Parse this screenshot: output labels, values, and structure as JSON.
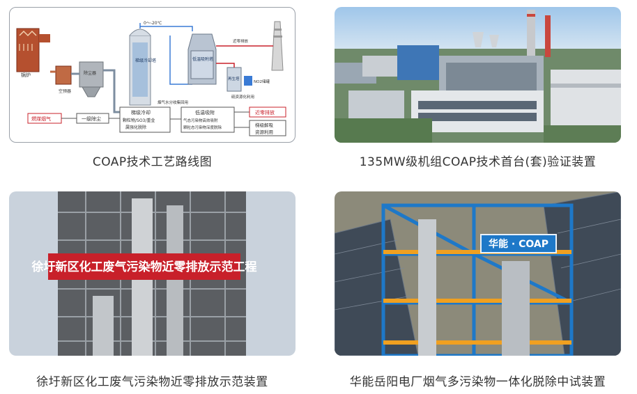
{
  "cards": [
    {
      "caption": "COAP技术工艺路线图",
      "diagram": {
        "boiler": "锅炉",
        "preheater": "空预器",
        "dust_collector": "除尘器",
        "tower1": "梯级冷却塔",
        "tower2": "低温吸附塔",
        "tower3": "再生塔",
        "temp_range": "0～-20℃",
        "near_zero": "近零排放",
        "nox_label": "NO2储罐",
        "resource_use": "硫资源化利用",
        "water_recovery": "烟气水分收集回用",
        "flow_flue_gas": "燃煤烟气",
        "flow_stage1": "一级除尘",
        "flow_box2_title": "梯级冷却",
        "flow_box2_line1": "颗粒物/SO3/重金",
        "flow_box2_line2": "属强化脱除",
        "flow_box3_title": "低温吸附",
        "flow_box3_line1": "气态污染物高效吸附",
        "flow_box3_line2": "颗粒态污染物深度脱除",
        "flow_out1": "近零排放",
        "flow_out2_line1": "梯级解吸",
        "flow_out2_line2": "资源利用"
      }
    },
    {
      "caption": "135MW级机组COAP技术首台(套)验证装置"
    },
    {
      "caption": "徐圩新区化工废气污染物近零排放示范装置",
      "banner": "徐圩新区化工废气污染物近零排放示范工程"
    },
    {
      "caption": "华能岳阳电厂烟气多污染物一体化脱除中试装置",
      "sign": "华能 · COAP"
    }
  ],
  "colors": {
    "accent_red": "#c8202a",
    "steel_blue": "#1e78c8",
    "diagram_blue": "#3a7bd5",
    "text": "#333333"
  }
}
